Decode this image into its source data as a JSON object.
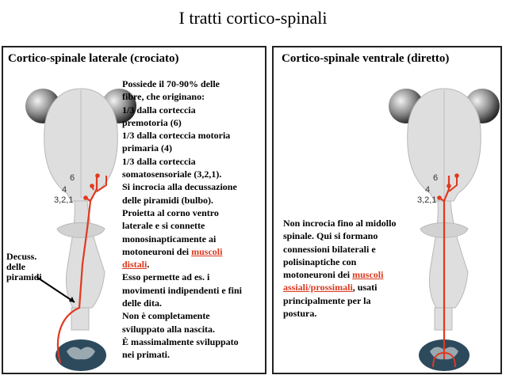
{
  "title": "I tratti cortico-spinali",
  "left_panel": {
    "heading": "Cortico-spinale laterale (crociato)",
    "lines": [
      {
        "t": "Possiede il 70-90% delle"
      },
      {
        "t": "fibre, che originano:"
      },
      {
        "t": "1/3 dalla corteccia"
      },
      {
        "t": "premotoria (6)"
      },
      {
        "t": "1/3 dalla corteccia motoria"
      },
      {
        "t": "primaria (4)"
      },
      {
        "t": "1/3 dalla corteccia"
      },
      {
        "t": "somatosensoriale (3,2,1)."
      },
      {
        "t": "Si incrocia alla decussazione"
      },
      {
        "t": "delle piramidi (bulbo)."
      },
      {
        "t": "Proietta al corno ventro"
      },
      {
        "t": "laterale e si connette"
      },
      {
        "t": "monosinapticamente ai"
      },
      {
        "t": "motoneuroni dei ",
        "h": "muscoli"
      },
      {
        "t": "",
        "h": "distali",
        "a": "."
      },
      {
        "t": "Esso permette ad es. i"
      },
      {
        "t": "movimenti indipendenti e fini"
      },
      {
        "t": "delle dita."
      },
      {
        "t": "Non è completamente"
      },
      {
        "t": "sviluppato alla nascita."
      },
      {
        "t": "È massimalmente sviluppato"
      },
      {
        "t": "nei primati."
      }
    ],
    "area_labels": {
      "premotor": "6",
      "motor": "4",
      "somatosensory": "3,2,1"
    },
    "decussation_label": [
      "Decuss.",
      "delle",
      "piramidi"
    ]
  },
  "right_panel": {
    "heading": "Cortico-spinale ventrale (diretto)",
    "lines": [
      {
        "t": "Non incrocia fino al midollo"
      },
      {
        "t": "spinale. Qui si formano"
      },
      {
        "t": "connessioni bilaterali e"
      },
      {
        "t": "polisinaptiche con"
      },
      {
        "t": "motoneuroni dei ",
        "h": "muscoli"
      },
      {
        "t": "",
        "h": "assiali/prossimali",
        "a": ", usati"
      },
      {
        "t": "principalmente per la"
      },
      {
        "t": "postura."
      }
    ],
    "area_labels": {
      "premotor": "6",
      "motor": "4",
      "somatosensory": "3,2,1"
    }
  },
  "colors": {
    "tract": "#e0391f",
    "highlight": "#d9381e",
    "brain": "#dedede",
    "spinal_cord": "#2c4a5c"
  }
}
